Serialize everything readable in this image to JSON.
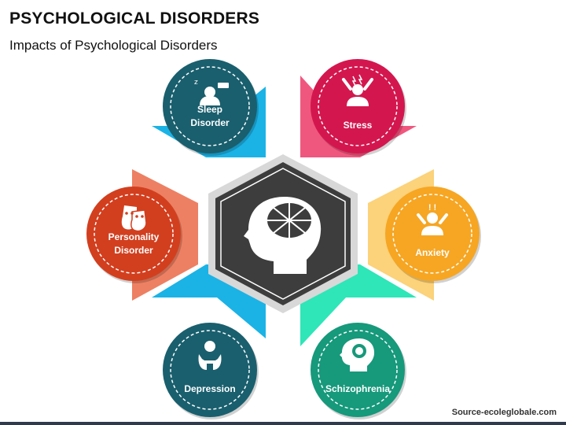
{
  "title": "PSYCHOLOGICAL DISORDERS",
  "subtitle": "Impacts of Psychological Disorders",
  "source": "Source-ecoleglobale.com",
  "center": {
    "icon": "head-brain-icon",
    "color": "#3d3d3d"
  },
  "nodes": [
    {
      "id": "sleep-disorder",
      "lines": [
        "Sleep",
        "Disorder"
      ],
      "icon": "sleep-disorder-icon",
      "color": "#1a5f6e",
      "accent": "#1bb3e6"
    },
    {
      "id": "stress",
      "lines": [
        "Stress"
      ],
      "icon": "stress-icon",
      "color": "#d3174e",
      "accent": "#f0577e"
    },
    {
      "id": "anxiety",
      "lines": [
        "Anxiety"
      ],
      "icon": "anxiety-icon",
      "color": "#f6a623",
      "accent": "#fcd27a"
    },
    {
      "id": "schizophrenia",
      "lines": [
        "Schizophrenia"
      ],
      "icon": "schizophrenia-icon",
      "color": "#17997b",
      "accent": "#2ee6b8"
    },
    {
      "id": "depression",
      "lines": [
        "Depression"
      ],
      "icon": "depression-icon",
      "color": "#1a5f6e",
      "accent": "#1bb3e6"
    },
    {
      "id": "personality-disorder",
      "lines": [
        "Personality",
        "Disorder"
      ],
      "icon": "theater-masks-icon",
      "color": "#d23f1f",
      "accent": "#ed8063"
    }
  ]
}
